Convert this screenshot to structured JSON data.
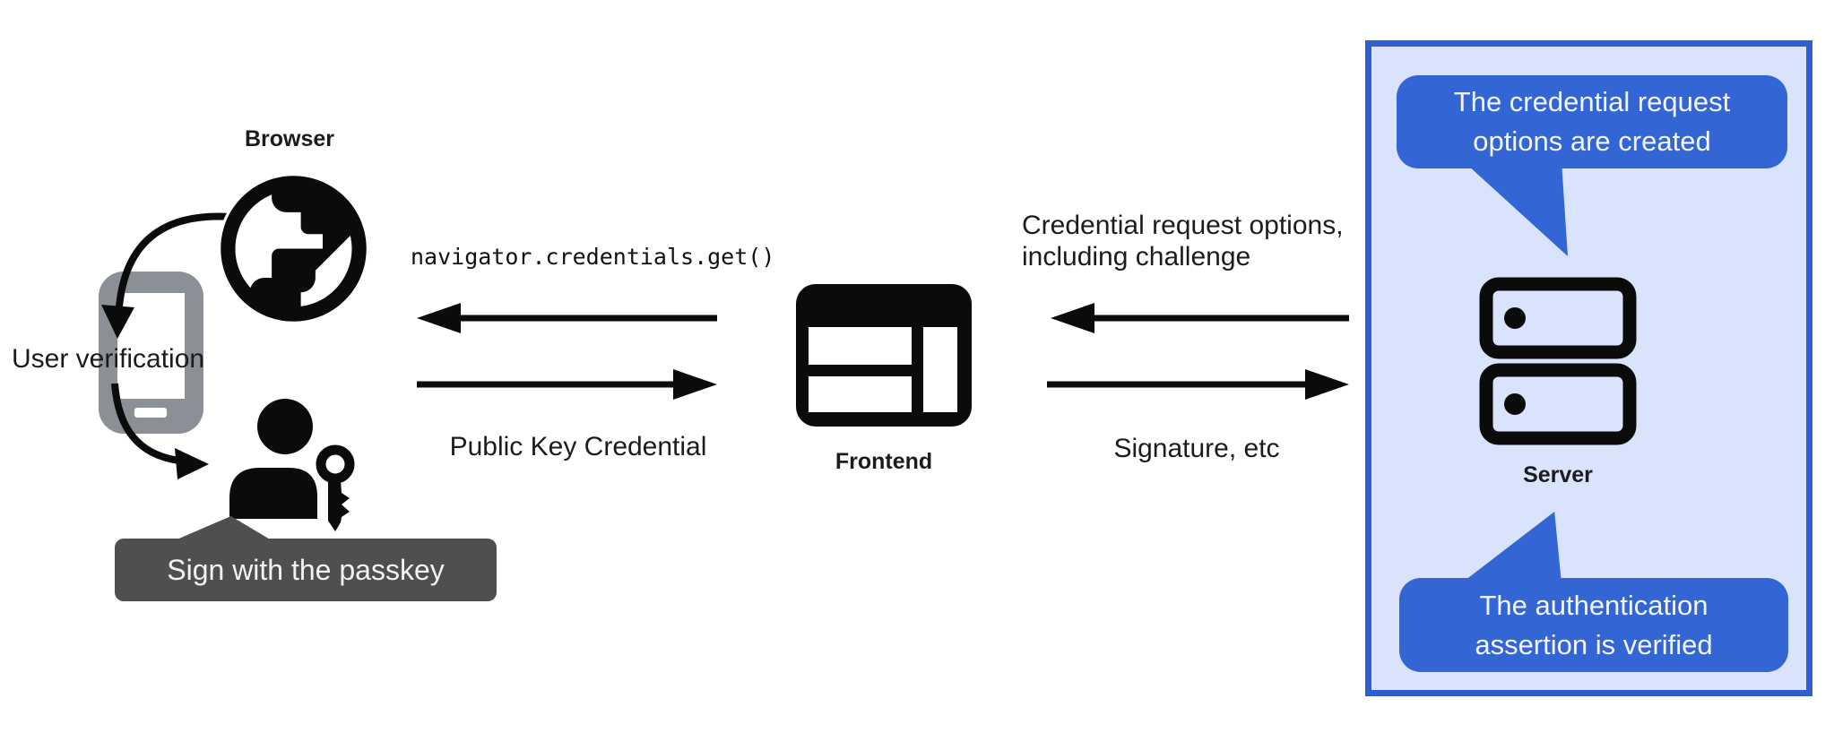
{
  "colors": {
    "accent_blue": "#3365D4",
    "panel_border_blue": "#2E5FD0",
    "panel_fill_blue": "#D9E3FB",
    "tooltip_gray": "#4F4F4F",
    "icon_black": "#0B0B0B",
    "phone_gray": "#8A9096",
    "text_dark": "#1C1C1E",
    "bubble_text": "#F2F6FF"
  },
  "nodes": {
    "browser": {
      "label": "Browser"
    },
    "frontend": {
      "label": "Frontend"
    },
    "server": {
      "label": "Server"
    }
  },
  "annotations": {
    "user_verification": "User verification",
    "sign_with_passkey": "Sign with the passkey"
  },
  "messages": {
    "navigator_call": "navigator.credentials.get()",
    "public_key_credential": "Public Key Credential",
    "credential_request_line1": "Credential request options,",
    "credential_request_line2": "including challenge",
    "signature": "Signature, etc"
  },
  "server_callouts": {
    "top_line1": "The credential request",
    "top_line2": "options are created",
    "bottom_line1": "The authentication",
    "bottom_line2": "assertion is verified"
  }
}
